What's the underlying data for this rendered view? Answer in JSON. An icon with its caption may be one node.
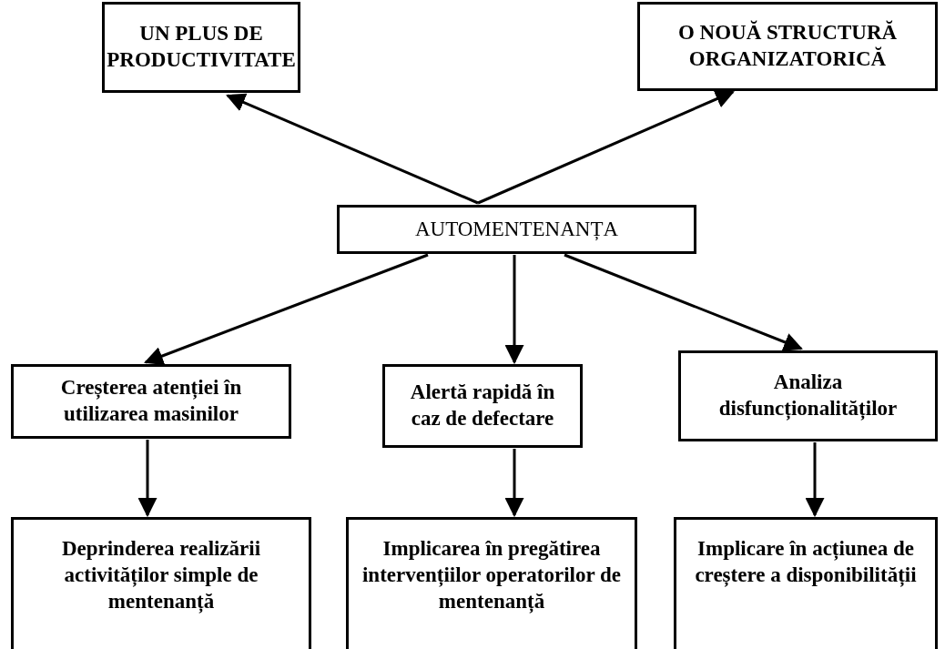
{
  "diagram": {
    "nodes": [
      {
        "text": [
          "UN PLUS DE PRODUCTIVITATE"
        ]
      },
      {
        "text": [
          "O NOUĂ STRUCTURĂ ORGANIZATORICĂ"
        ]
      },
      {
        "text": [
          "AUTOMENTENANȚA"
        ]
      },
      {
        "text": [
          "Creșterea atenției în utilizarea masinilor"
        ]
      },
      {
        "text": [
          "Alertă rapidă în caz de defectare"
        ]
      },
      {
        "text": [
          "Analiza disfuncționalităților"
        ]
      },
      {
        "text": [
          "Deprinderea realizării activităților simple de mentenanță"
        ]
      },
      {
        "text": [
          "Implicarea în pregătirea intervențiilor operatorilor de mentenanță"
        ]
      },
      {
        "text": [
          "Implicare în acțiunea de creștere a disponibilității"
        ]
      }
    ],
    "edges": [
      {
        "from": 2,
        "to": 0,
        "arrow": "to"
      },
      {
        "from": 2,
        "to": 1,
        "arrow": "to"
      },
      {
        "from": 2,
        "to": 3,
        "arrow": "to"
      },
      {
        "from": 2,
        "to": 4,
        "arrow": "to"
      },
      {
        "from": 2,
        "to": 5,
        "arrow": "to"
      },
      {
        "from": 3,
        "to": 6,
        "arrow": "to"
      },
      {
        "from": 4,
        "to": 7,
        "arrow": "to"
      },
      {
        "from": 5,
        "to": 8,
        "arrow": "to"
      }
    ]
  }
}
